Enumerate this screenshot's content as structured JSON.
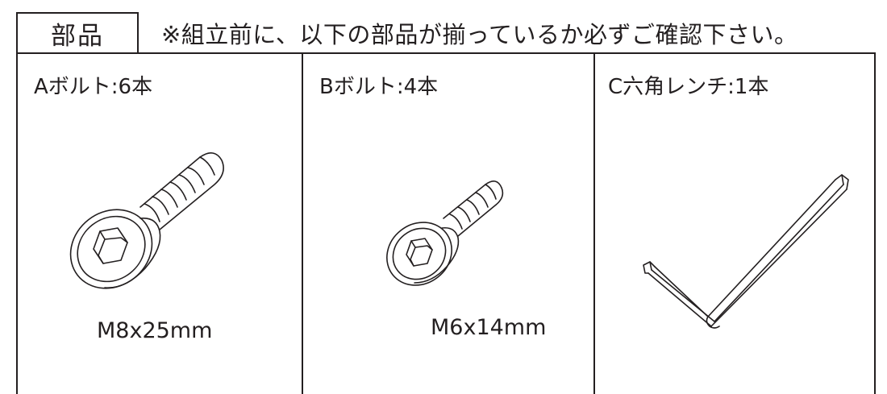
{
  "header": {
    "label": "部品",
    "note": "※組立前に、以下の部品が揃っているか必ずご確認下さい。"
  },
  "parts": [
    {
      "title": "Aボルト:6本",
      "spec": "M8x25mm",
      "icon": "hex-socket-bolt-icon"
    },
    {
      "title": "Bボルト:4本",
      "spec": "M6x14mm",
      "icon": "hex-socket-bolt-icon"
    },
    {
      "title": "C六角レンチ:1本",
      "spec": "",
      "icon": "hex-wrench-icon"
    }
  ],
  "colors": {
    "line": "#231f20",
    "background": "#ffffff"
  }
}
